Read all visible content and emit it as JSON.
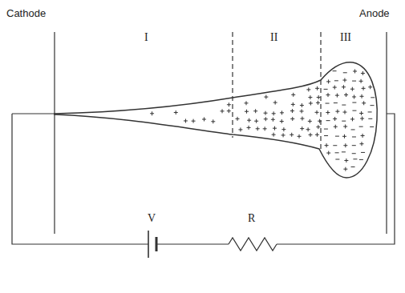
{
  "diagram": {
    "labels": [
      "Cathode",
      "Anode",
      "I",
      "II",
      "III",
      "V",
      "R"
    ]
  }
}
